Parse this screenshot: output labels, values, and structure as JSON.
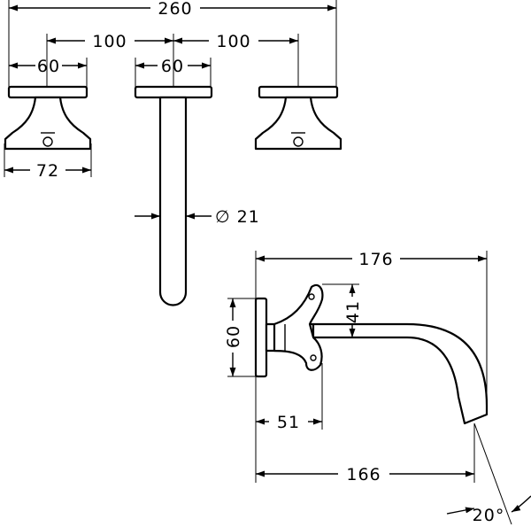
{
  "dimensions": {
    "overall_width": "260",
    "spacing_left": "100",
    "spacing_right": "100",
    "handle_flange_width": "60",
    "spout_flange_width": "60",
    "handle_width": "72",
    "spout_diameter": "∅ 21",
    "spout_projection": "176",
    "flange_height": "60",
    "handle_height": "41",
    "handle_depth": "51",
    "spout_reach": "166",
    "spout_angle": "20°"
  }
}
